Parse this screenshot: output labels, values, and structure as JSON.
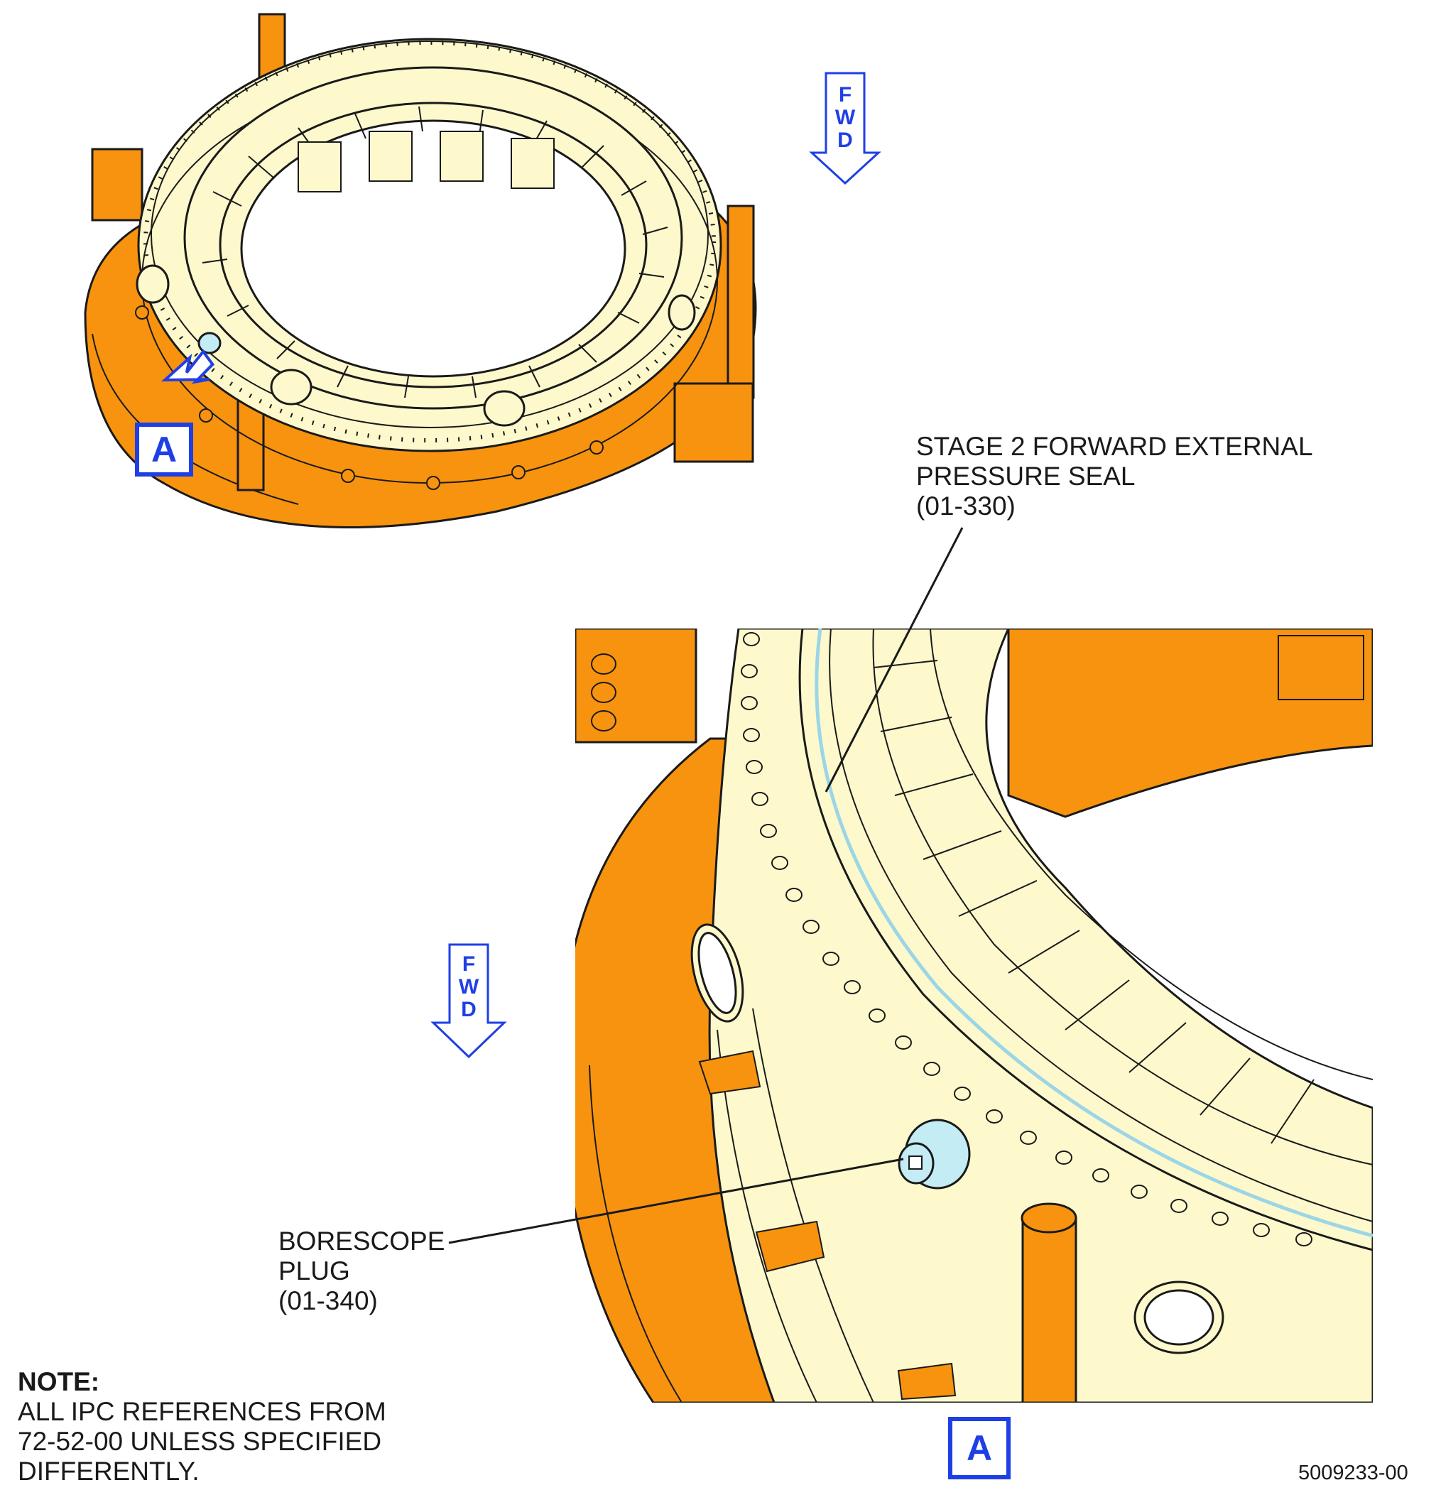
{
  "figure": {
    "fwd_letters": [
      "F",
      "W",
      "D"
    ],
    "view_letter": "A",
    "callouts": {
      "seal": [
        "STAGE 2 FORWARD EXTERNAL",
        "PRESSURE SEAL",
        "(01-330)"
      ],
      "plug": [
        "BORESCOPE",
        "PLUG",
        "(01-340)"
      ]
    },
    "note": {
      "title": "NOTE:",
      "lines": [
        "ALL IPC REFERENCES FROM",
        "72-52-00 UNLESS SPECIFIED",
        "DIFFERENTLY."
      ]
    },
    "figure_number": "5009233-00"
  },
  "colors": {
    "fixture_orange": "#f7930e",
    "part_cream": "#fdf9cc",
    "highlight_blue": "#c4ecf4",
    "callout_blue": "#1f3fe6",
    "line": "#1a1a1a"
  }
}
